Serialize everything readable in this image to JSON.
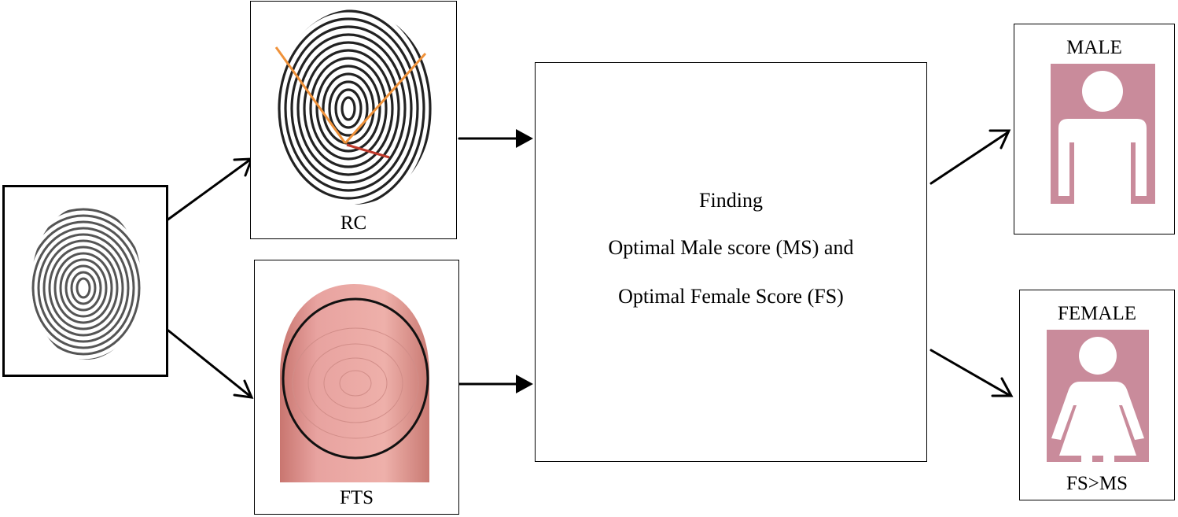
{
  "input": {
    "image": "fingerprint-image"
  },
  "rc_box": {
    "label": "RC",
    "image": "fingerprint-with-ridge-count-lines"
  },
  "fts_box": {
    "label": "FTS",
    "image": "fingertip-with-circle"
  },
  "process_box": {
    "lines": [
      "Finding",
      "Optimal Male score (MS) and",
      "Optimal Female Score (FS)"
    ]
  },
  "male_box": {
    "label": "MALE",
    "icon": "male-person-icon"
  },
  "female_box": {
    "label": "FEMALE",
    "condition": "FS>MS",
    "icon": "female-person-icon"
  },
  "colors": {
    "icon_background": "#c98b9b",
    "icon_figure": "#ffffff",
    "ridge_lines": "#f0923a",
    "ridge_count_line": "#c0392b",
    "skin": "#e8a3a0"
  }
}
